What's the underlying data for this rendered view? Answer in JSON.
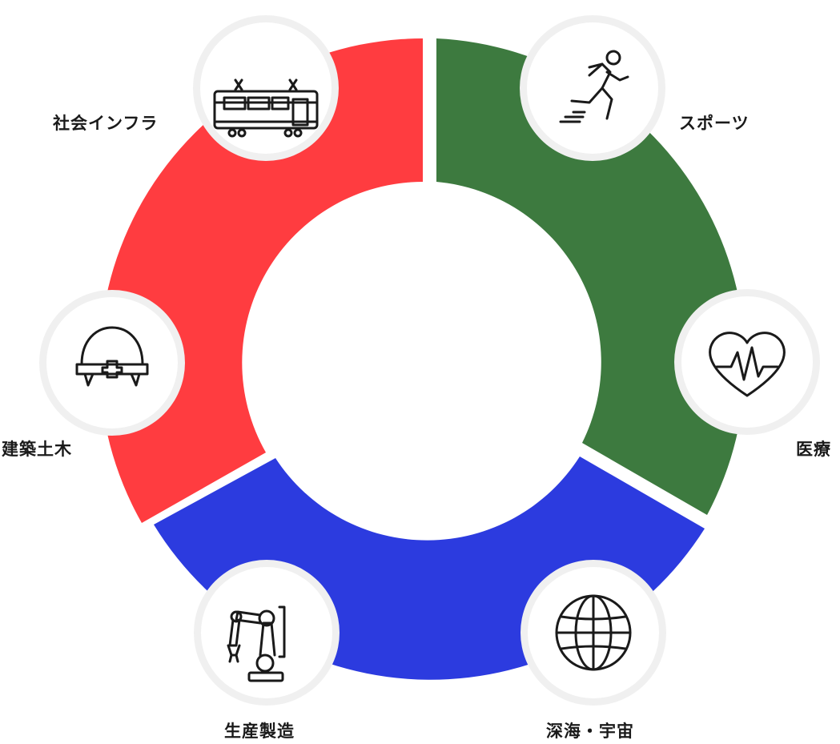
{
  "colors": {
    "infrastructure": "#ff3c40",
    "sports_medical": "#3d7a3f",
    "manufacturing_space": "#2c3bdf",
    "badge_ring": "#f0f0f0",
    "icon_stroke": "#1a1a1a"
  },
  "segments": [
    {
      "key": "infrastructure",
      "color": "#ff3c40"
    },
    {
      "key": "sports_medical",
      "color": "#3d7a3f"
    },
    {
      "key": "manufacturing_space",
      "color": "#2c3bdf"
    }
  ],
  "categories": [
    {
      "label": "社会インフラ",
      "icon": "train-icon"
    },
    {
      "label": "スポーツ",
      "icon": "running-person-icon"
    },
    {
      "label": "医療",
      "icon": "heartbeat-icon"
    },
    {
      "label": "深海・宇宙",
      "icon": "globe-icon"
    },
    {
      "label": "生産製造",
      "icon": "robot-arm-icon"
    },
    {
      "label": "建築土木",
      "icon": "hard-hat-icon"
    }
  ]
}
